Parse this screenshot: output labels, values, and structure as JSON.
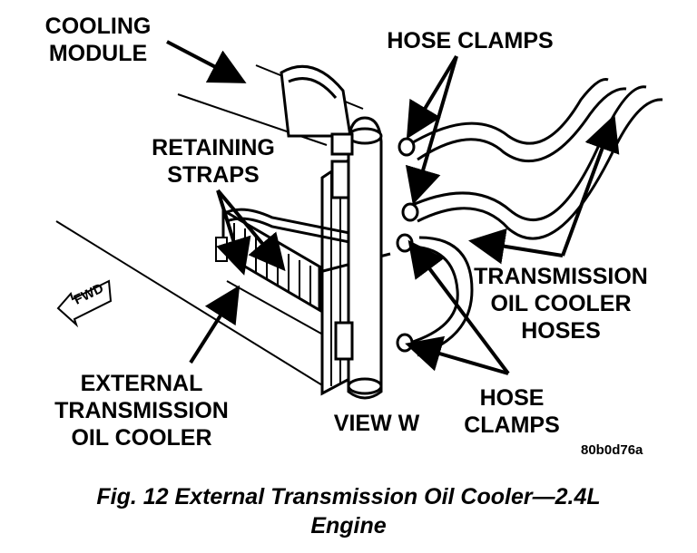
{
  "labels": {
    "cooling_module": [
      "COOLING",
      "MODULE"
    ],
    "hose_clamps_top": "HOSE CLAMPS",
    "retaining_straps": [
      "RETAINING",
      "STRAPS"
    ],
    "fwd": "FWD",
    "transmission_hoses": [
      "TRANSMISSION",
      "OIL COOLER",
      "HOSES"
    ],
    "external_cooler": [
      "EXTERNAL",
      "TRANSMISSION",
      "OIL COOLER"
    ],
    "view": "VIEW W",
    "hose_clamps_bottom": [
      "HOSE",
      "CLAMPS"
    ]
  },
  "figure_code": "80b0d76a",
  "caption": [
    "Fig. 12 External Transmission Oil Cooler—2.4L",
    "Engine"
  ]
}
